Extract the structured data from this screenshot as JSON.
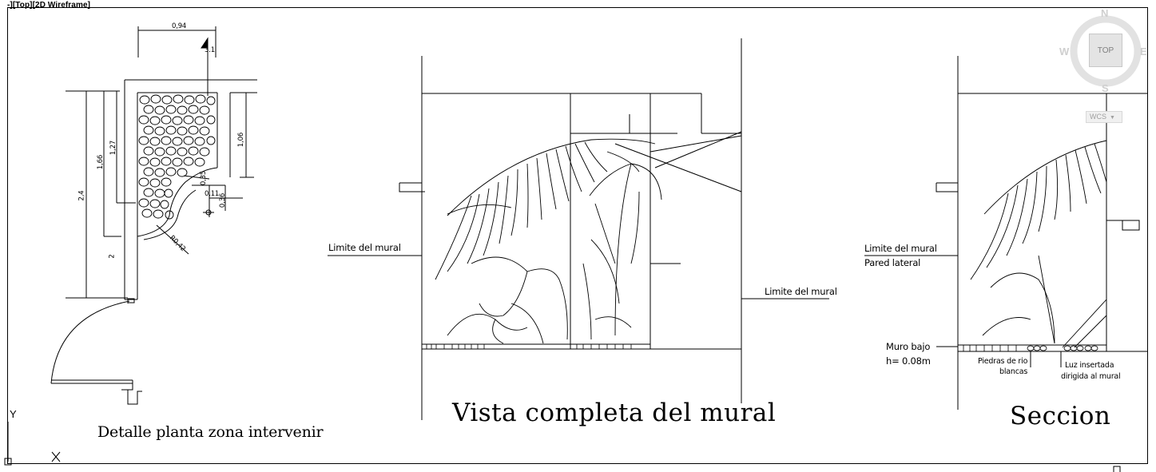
{
  "viewport": {
    "label": "-][Top][2D Wireframe]"
  },
  "viewcube": {
    "north": "N",
    "south": "S",
    "east": "E",
    "west": "W",
    "face": "TOP",
    "coord_system": "WCS"
  },
  "ucs": {
    "y_label": "Y",
    "x_label": "X"
  },
  "drawing": {
    "plan_title": "Detalle planta zona intervenir",
    "elevation_title": "Vista completa del mural",
    "section_title": "Seccion",
    "plan_dims": {
      "d094": "0,94",
      "d31": "3.1",
      "d106": "1,06",
      "d127": "1,27",
      "d166": "1,66",
      "d24": "2,4",
      "d2": "2",
      "d011": "0,11",
      "d036": "0,36",
      "d035": "0,35",
      "d042": "R0,42"
    },
    "elevation_labels": {
      "left": "Limite del mural",
      "right": "Limite del mural"
    },
    "section_labels": {
      "limit": "Limite del mural",
      "wall": "Pared lateral",
      "low_wall_1": "Muro bajo",
      "low_wall_2": "h= 0.08m",
      "stones_1": "Piedras de rio",
      "stones_2": "blancas",
      "light_1": "Luz insertada",
      "light_2": "dirigida al mural"
    }
  }
}
